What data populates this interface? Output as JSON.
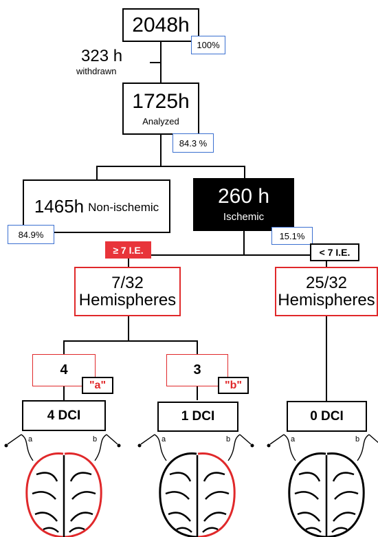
{
  "nodes": {
    "root": {
      "value": "2048h",
      "pct": "100%"
    },
    "withdrawn": {
      "value": "323 h",
      "label": "withdrawn"
    },
    "analyzed": {
      "value": "1725h",
      "label": "Analyzed",
      "pct": "84.3 %"
    },
    "nonischemic": {
      "value": "1465h",
      "label": "Non-ischemic",
      "pct": "84.9%"
    },
    "ischemic": {
      "value": "260 h",
      "label": "Ischemic",
      "pct": "15.1%"
    },
    "ge7": {
      "label": "≥ 7 I.E."
    },
    "lt7": {
      "label": "< 7 I.E."
    },
    "hem_left": {
      "value": "7/32",
      "label": "Hemispheres"
    },
    "hem_right": {
      "value": "25/32",
      "label": "Hemispheres"
    },
    "group_a": {
      "value": "4",
      "tag": "\"a\""
    },
    "group_b": {
      "value": "3",
      "tag": "\"b\""
    },
    "dci_a": {
      "label": "4 DCI"
    },
    "dci_b": {
      "label": "1 DCI"
    },
    "dci_c": {
      "label": "0 DCI"
    },
    "brains": [
      {
        "left_probe": "a",
        "right_probe": "b",
        "highlight": "both"
      },
      {
        "left_probe": "a",
        "right_probe": "b",
        "highlight": "right"
      },
      {
        "left_probe": "a",
        "right_probe": "b",
        "highlight": "none"
      }
    ]
  },
  "colors": {
    "red": "#e0282a",
    "blue": "#3a6fd0",
    "black": "#000000"
  }
}
